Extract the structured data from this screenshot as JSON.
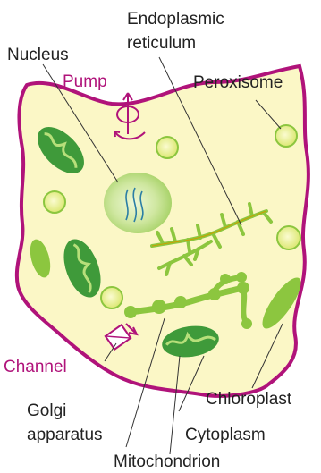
{
  "labels": {
    "endoplasmic_line1": "Endoplasmic",
    "endoplasmic_line2": "reticulum",
    "nucleus": "Nucleus",
    "pump": "Pump",
    "peroxisome": "Peroxisome",
    "channel": "Channel",
    "chloroplast": "Chloroplast",
    "golgi_line1": "Golgi",
    "golgi_line2": "apparatus",
    "cytoplasm": "Cytoplasm",
    "mitochondrion": "Mitochondrion"
  },
  "colors": {
    "cell_fill": "#fbf7c6",
    "cell_border": "#b0137a",
    "accent_text": "#b0137a",
    "organelle_green": "#8cc63f",
    "organelle_dark": "#3f9a3a",
    "nucleus_fill": "#cfe7a0",
    "peroxisome_fill": "#eef28a",
    "label_text": "#222222",
    "leader_line": "#333333"
  }
}
